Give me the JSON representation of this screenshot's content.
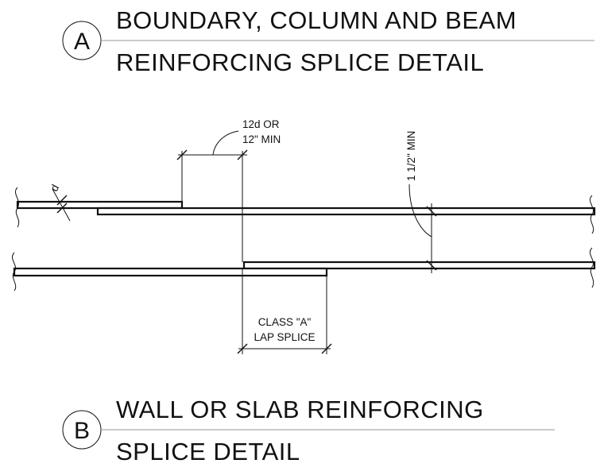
{
  "detail_a": {
    "tag": "A",
    "title_line_1": "BOUNDARY, COLUMN AND BEAM",
    "title_line_2": "REINFORCING SPLICE DETAIL"
  },
  "detail_b": {
    "tag": "B",
    "title_line_1": "WALL OR SLAB REINFORCING",
    "title_line_2": "SPLICE DETAIL"
  },
  "annotations": {
    "bar_diameter_label": "d",
    "end_offset_line_1": "12d OR",
    "end_offset_line_2": "12\" MIN",
    "cover_label": "1 1/2\" MIN",
    "lap_line_1": "CLASS \"A\"",
    "lap_line_2": "LAP SPLICE"
  }
}
